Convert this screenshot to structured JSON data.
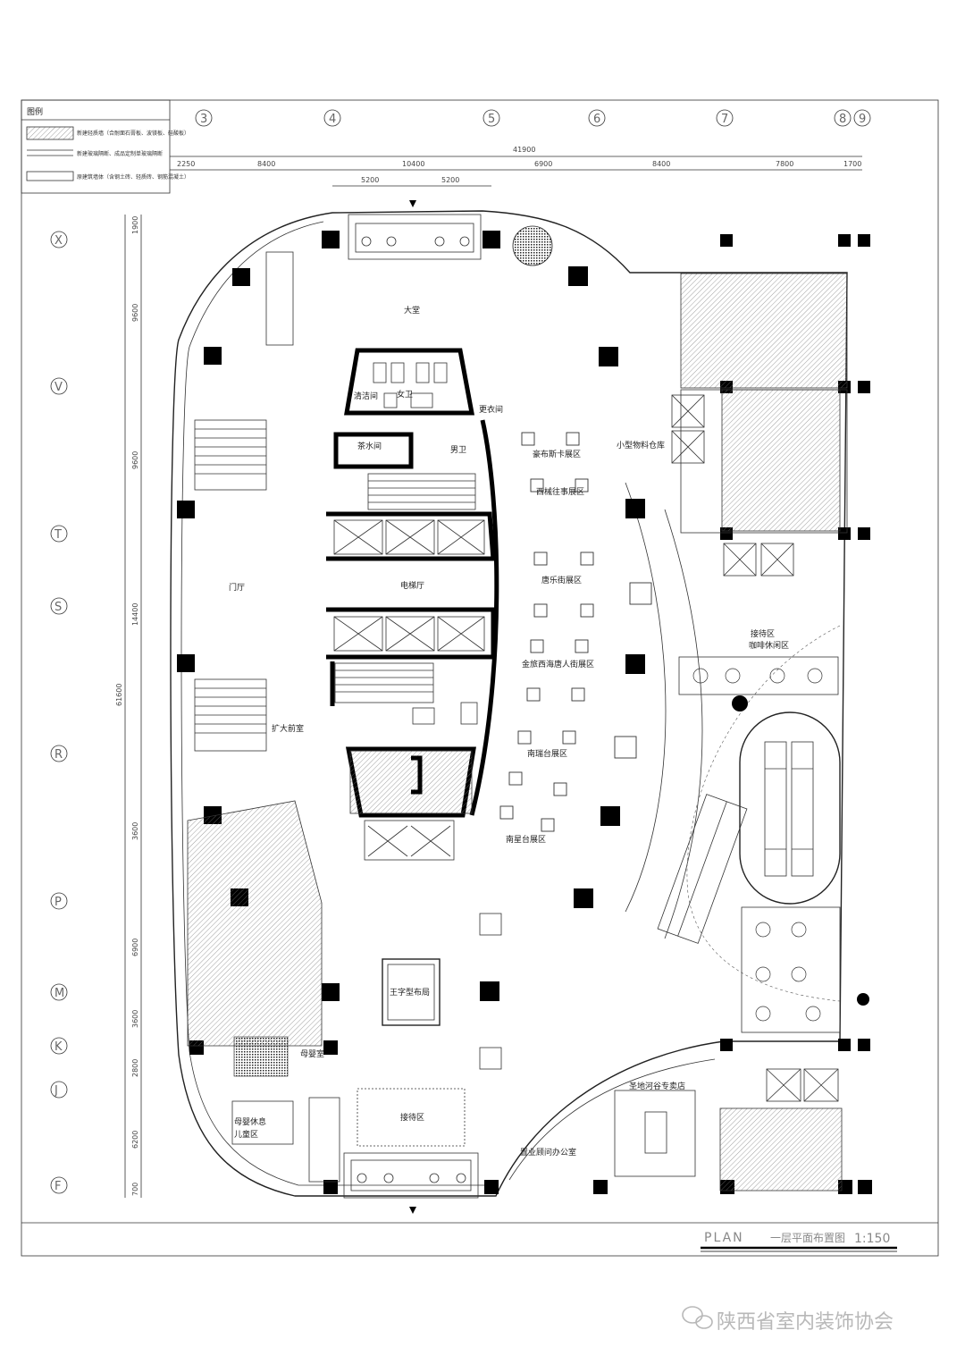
{
  "legend": {
    "title": "图例",
    "items": [
      {
        "text": "新建轻质墙（合耐面石膏板、波镁板、硅酸板）",
        "style": "hatch"
      },
      {
        "text": "新建玻璃隔断、成品定制单玻璃隔断",
        "style": "double"
      },
      {
        "text": "原建筑墙体（含钢土砖、轻质砖、钢筋混凝土）",
        "style": "plain"
      }
    ]
  },
  "grid_top": [
    "3",
    "4",
    "5",
    "6",
    "7",
    "8",
    "9"
  ],
  "grid_left": [
    "X",
    "V",
    "T",
    "S",
    "R",
    "P",
    "M",
    "K",
    "J",
    "F"
  ],
  "dims_top_total": "41900",
  "dims_top": [
    "2250",
    "8400",
    "10400",
    "6900",
    "8400",
    "7800",
    "1700"
  ],
  "dims_top_sub": [
    "5200",
    "5200"
  ],
  "dims_left_total": "61600",
  "dims_left": [
    "1900",
    "9600",
    "9600",
    "14400",
    "3600",
    "6900",
    "3600",
    "2800",
    "6200",
    "700"
  ],
  "rooms": {
    "lobby": "大堂",
    "cleaning": "清洁间",
    "female_wc": "女卫",
    "locker": "更衣间",
    "tea": "茶水间",
    "male_wc": "男卫",
    "storage": "小型物料仓库",
    "expo1": "豪布斯卡展区",
    "expo2": "西械往事展区",
    "expo3": "唐乐街展区",
    "expo4": "金旅西海唐人街展区",
    "expo5": "南瑞台展区",
    "expo6": "南星台展区",
    "entrance_hall": "门厅",
    "elevator_hall": "电梯厅",
    "front_room": "扩大前室",
    "reception_cafe_1": "接待区",
    "reception_cafe_2": "咖啡休闲区",
    "wang_layout": "王字型布局",
    "mother_baby": "母婴室",
    "mother_rest_1": "母婴休息",
    "mother_rest_2": "儿童区",
    "reception": "接待区",
    "shop": "圣地河谷专卖店",
    "consultant": "置业顾问办公室"
  },
  "title_block": {
    "plan_word": "PLAN",
    "plan_name": "一层平面布置图",
    "scale": "1:150"
  },
  "watermark": "陕西省室内装饰协会"
}
